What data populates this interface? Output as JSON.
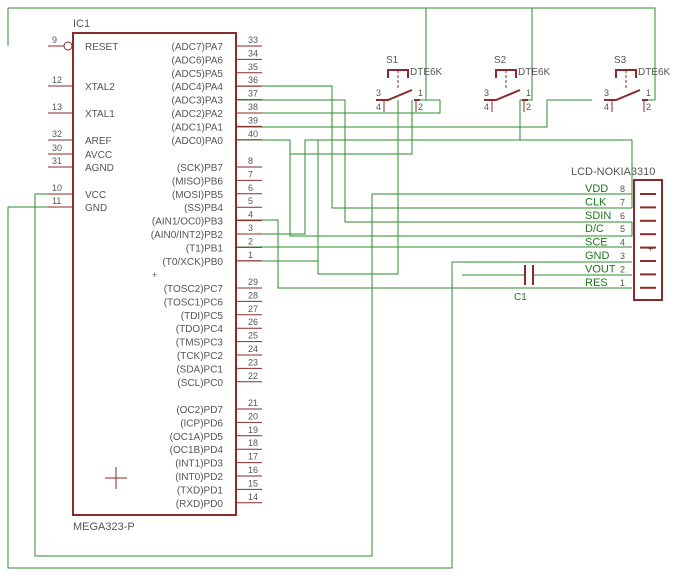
{
  "ic": {
    "name": "IC1",
    "part": "MEGA323-P",
    "left_pins": [
      {
        "num": "9",
        "label": "RESET"
      },
      {
        "num": "12",
        "label": "XTAL2"
      },
      {
        "num": "13",
        "label": "XTAL1"
      },
      {
        "num": "32",
        "label": "AREF"
      },
      {
        "num": "30",
        "label": "AVCC"
      },
      {
        "num": "31",
        "label": "AGND"
      },
      {
        "num": "10",
        "label": "VCC"
      },
      {
        "num": "11",
        "label": "GND"
      }
    ],
    "right_pins": [
      {
        "num": "33",
        "label": "(ADC7)PA7"
      },
      {
        "num": "34",
        "label": "(ADC6)PA6"
      },
      {
        "num": "35",
        "label": "(ADC5)PA5"
      },
      {
        "num": "36",
        "label": "(ADC4)PA4"
      },
      {
        "num": "37",
        "label": "(ADC3)PA3"
      },
      {
        "num": "38",
        "label": "(ADC2)PA2"
      },
      {
        "num": "39",
        "label": "(ADC1)PA1"
      },
      {
        "num": "40",
        "label": "(ADC0)PA0"
      },
      {
        "num": "8",
        "label": "(SCK)PB7"
      },
      {
        "num": "7",
        "label": "(MISO)PB6"
      },
      {
        "num": "6",
        "label": "(MOSI)PB5"
      },
      {
        "num": "5",
        "label": "(SS)PB4"
      },
      {
        "num": "4",
        "label": "(AIN1/OC0)PB3"
      },
      {
        "num": "3",
        "label": "(AIN0/INT2)PB2"
      },
      {
        "num": "2",
        "label": "(T1)PB1"
      },
      {
        "num": "1",
        "label": "(T0/XCK)PB0"
      },
      {
        "num": "29",
        "label": "(TOSC2)PC7"
      },
      {
        "num": "28",
        "label": "(TOSC1)PC6"
      },
      {
        "num": "27",
        "label": "(TDI)PC5"
      },
      {
        "num": "26",
        "label": "(TDO)PC4"
      },
      {
        "num": "25",
        "label": "(TMS)PC3"
      },
      {
        "num": "24",
        "label": "(TCK)PC2"
      },
      {
        "num": "23",
        "label": "(SDA)PC1"
      },
      {
        "num": "22",
        "label": "(SCL)PC0"
      },
      {
        "num": "21",
        "label": "(OC2)PD7"
      },
      {
        "num": "20",
        "label": "(ICP)PD6"
      },
      {
        "num": "19",
        "label": "(OC1A)PD5"
      },
      {
        "num": "18",
        "label": "(OC1B)PD4"
      },
      {
        "num": "17",
        "label": "(INT1)PD3"
      },
      {
        "num": "16",
        "label": "(INT0)PD2"
      },
      {
        "num": "15",
        "label": "(TXD)PD1"
      },
      {
        "num": "14",
        "label": "(RXD)PD0"
      }
    ]
  },
  "switches": [
    {
      "name": "S1",
      "value": "DTE6K",
      "pins": [
        "3",
        "1",
        "4",
        "2"
      ]
    },
    {
      "name": "S2",
      "value": "DTE6K",
      "pins": [
        "3",
        "1",
        "4",
        "2"
      ]
    },
    {
      "name": "S3",
      "value": "DTE6K",
      "pins": [
        "3",
        "1",
        "4",
        "2"
      ]
    }
  ],
  "lcd": {
    "name": "LCD-NOKIA3310",
    "pins": [
      {
        "num": "8",
        "net": "VDD"
      },
      {
        "num": "7",
        "net": "CLK"
      },
      {
        "num": "6",
        "net": "SDIN"
      },
      {
        "num": "5",
        "net": "D/C"
      },
      {
        "num": "4",
        "net": "SCE"
      },
      {
        "num": "3",
        "net": "GND"
      },
      {
        "num": "2",
        "net": "VOUT"
      },
      {
        "num": "1",
        "net": "RES"
      }
    ]
  },
  "capacitor": {
    "name": "C1"
  },
  "colors": {
    "part": "#8b2a2a",
    "wire": "#2e8b2e",
    "label": "#555555"
  }
}
